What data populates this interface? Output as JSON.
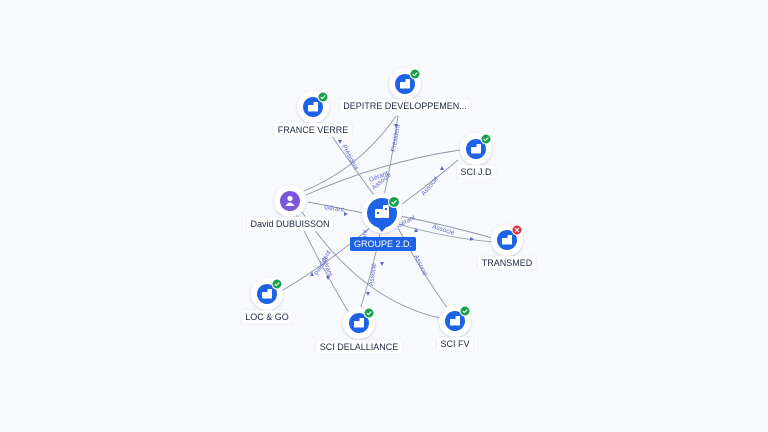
{
  "center": {
    "label": "GROUPE 2.D.",
    "icon": "company-icon",
    "status": "active",
    "color": "#1e63e6"
  },
  "nodes": [
    {
      "key": "depitre",
      "label": "DEPITRE DEVELOPPEMEN...",
      "kind": "company",
      "status": "active"
    },
    {
      "key": "france_verre",
      "label": "FRANCE VERRE",
      "kind": "company",
      "status": "active"
    },
    {
      "key": "sci_jd",
      "label": "SCI J.D",
      "kind": "company",
      "status": "active"
    },
    {
      "key": "david",
      "label": "David DUBUISSON",
      "kind": "person",
      "status": "none"
    },
    {
      "key": "transmed",
      "label": "TRANSMED",
      "kind": "company",
      "status": "closed"
    },
    {
      "key": "loc_go",
      "label": "LOC & GO",
      "kind": "company",
      "status": "active"
    },
    {
      "key": "sci_delalliance",
      "label": "SCI DELALLIANCE",
      "kind": "company",
      "status": "active"
    },
    {
      "key": "sci_fv",
      "label": "SCI FV",
      "kind": "company",
      "status": "active"
    }
  ],
  "edges": [
    {
      "key": "e_depitre",
      "label": "Président"
    },
    {
      "key": "e_france_verre",
      "label": "Président"
    },
    {
      "key": "e_sci_jd",
      "label": "Associé"
    },
    {
      "key": "e_david_center",
      "label": "Gérant"
    },
    {
      "key": "e_david_sci_jd",
      "label": "Gérant"
    },
    {
      "key": "e_david_depitre",
      "label": "Associé"
    },
    {
      "key": "e_transmed_assoc",
      "label": "Associé"
    },
    {
      "key": "e_transmed_gerant",
      "label": "Gérant"
    },
    {
      "key": "e_loc_go",
      "label": "Président"
    },
    {
      "key": "e_sci_delalliance",
      "label": "Associé"
    },
    {
      "key": "e_sci_fv",
      "label": "Associé"
    },
    {
      "key": "e_david_sci_fv",
      "label": "Gérant"
    },
    {
      "key": "e_david_loc_go",
      "label": "Gérant"
    }
  ],
  "colors": {
    "company_fill": "#1e63e6",
    "person_fill": "#7b57e0",
    "active_badge": "#15a14a",
    "closed_badge": "#d9323d",
    "edge": "#8d96a8",
    "edge_label": "#5b68c6"
  }
}
